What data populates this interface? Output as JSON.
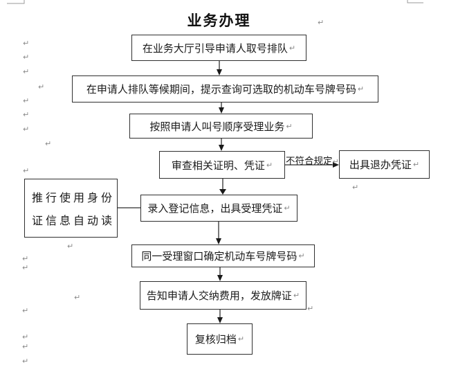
{
  "page": {
    "title": "业务办理",
    "paragraph_mark": "↵"
  },
  "flowchart": {
    "nodes": {
      "queue": "在业务大厅引导申请人取号排队",
      "notify": "在申请人排队等候期间，提示查询可选取的机动车号牌号码",
      "accept": "按照申请人叫号顺序受理业务",
      "review": "审查相关证明、凭证",
      "reject": "出具退办凭证",
      "side_line1": "推行使用身份",
      "side_line2": "证信息自动读",
      "register": "录入登记信息，出具受理凭证",
      "confirm_plate": "同一受理窗口确定机动车号牌号码",
      "pay": "告知申请人交纳费用，发放牌证",
      "archive": "复核归档"
    },
    "edge_labels": {
      "not_conform": "不符合规定"
    }
  },
  "colors": {
    "line": "#2f2f2f",
    "arrowhead": "#1a1a1a",
    "text": "#1a1a1a",
    "paragraph_mark": "#8a8a8a",
    "background": "#ffffff"
  }
}
